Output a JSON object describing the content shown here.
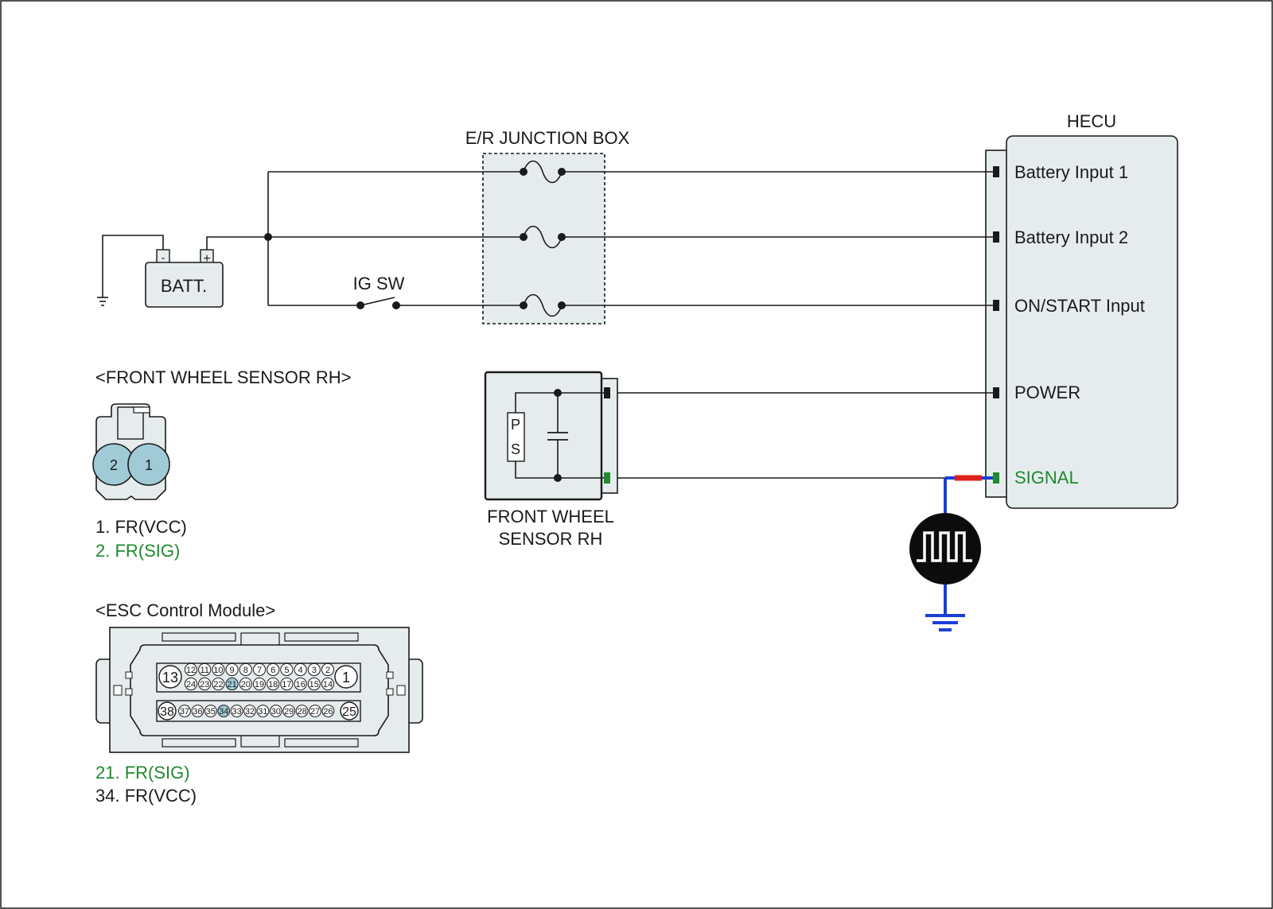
{
  "junction_box": {
    "title": "E/R JUNCTION BOX"
  },
  "hecu": {
    "title": "HECU",
    "pins": [
      {
        "label": "Battery Input 1"
      },
      {
        "label": "Battery Input 2"
      },
      {
        "label": "ON/START Input"
      },
      {
        "label": "POWER"
      },
      {
        "label": "SIGNAL"
      }
    ]
  },
  "battery": {
    "label": "BATT.",
    "neg": "-",
    "pos": "+"
  },
  "ignition": {
    "label": "IG SW"
  },
  "sensor": {
    "line1": "FRONT WHEEL",
    "line2": "SENSOR RH",
    "p": "P",
    "s": "S"
  },
  "sensor_connector": {
    "title": "<FRONT WHEEL SENSOR RH>",
    "pin_numbers": [
      "2",
      "1"
    ],
    "pins": [
      {
        "label": "1. FR(VCC)"
      },
      {
        "label": "2. FR(SIG)"
      }
    ]
  },
  "esc_connector": {
    "title": "<ESC Control Module>",
    "big_pins": [
      "13",
      "1",
      "38",
      "25"
    ],
    "row1": [
      "12",
      "11",
      "10",
      "9",
      "8",
      "7",
      "6",
      "5",
      "4",
      "3",
      "2"
    ],
    "row2": [
      "24",
      "23",
      "22",
      "21",
      "20",
      "19",
      "18",
      "17",
      "16",
      "15",
      "14"
    ],
    "row3": [
      "37",
      "36",
      "35",
      "34",
      "33",
      "32",
      "31",
      "30",
      "29",
      "28",
      "27",
      "26"
    ],
    "pins": [
      {
        "label": "21. FR(SIG)"
      },
      {
        "label": "34. FR(VCC)"
      }
    ]
  },
  "colors": {
    "green": "#1f8a2e",
    "blue": "#1a3fd6",
    "red": "#e0201a",
    "pin_highlight": "#9fcad6",
    "box": "#e6ecee"
  }
}
